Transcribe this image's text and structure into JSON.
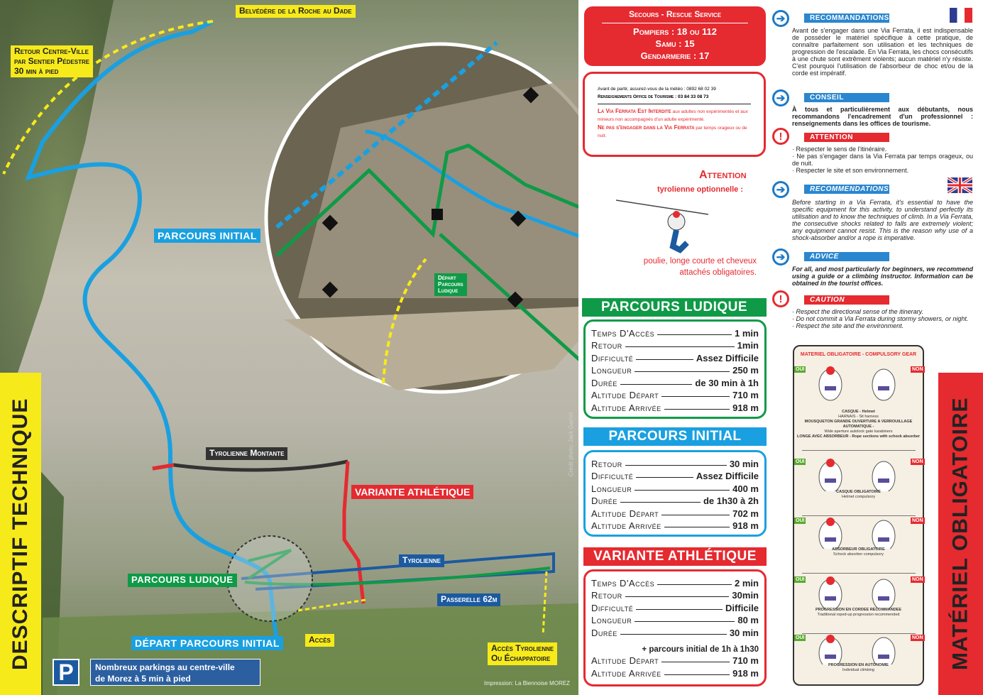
{
  "map": {
    "belvedere": "Belvédère de la Roche au Dade",
    "retour": [
      "Retour Centre-Ville",
      "par Sentier Pédestre",
      "30 min à pied"
    ],
    "parcours_initial": "PARCOURS INITIAL",
    "tyrolienne_montante": "Tyrolienne Montante",
    "variante": "VARIANTE ATHLÉTIQUE",
    "tyrolienne": "Tyrolienne",
    "parcours_ludique": "PARCOURS LUDIQUE",
    "passerelle": "Passerelle 62m",
    "depart_initial": "DÉPART PARCOURS INITIAL",
    "acces": "Accès",
    "acces_tyrolienne": [
      "Accès Tyrolienne",
      "Ou Échappatoire"
    ],
    "parking_icon": "P",
    "parking_text": [
      "Nombreux parkings au centre-ville",
      "de Morez à 5 min à pied"
    ],
    "impression": "Impression: La Biennoise MOREZ",
    "depart_ludique": [
      "Départ",
      "Parcours",
      "Ludique"
    ],
    "credit": "Crédit photo: Jack Garnot",
    "left_band": "DESCRIPTIF TECHNIQUE"
  },
  "secours": {
    "title": "Secours - Rescue Service",
    "lines": [
      "Pompiers : 18 ou 112",
      "Samu : 15",
      "Gendarmerie : 17"
    ]
  },
  "info": {
    "meteo": "Avant de partir, assurez-vous de la météo : 0892 68 02 39",
    "office": "Renseignements Office de Tourisme : 03 84 33 08 73",
    "interdite_bold": "La Via Ferrata Est Interdite",
    "interdite_rest": " aux adultes non expérimentés et aux mineurs non accompagnés d'un adulte expérimenté.",
    "nepas_bold": "Ne pas s'engager dans la Via Ferrata",
    "nepas_rest": " par temps orageux ou de nuit."
  },
  "attention_tyro": {
    "title": "Attention",
    "subtitle": "tyrolienne optionnelle :",
    "text": "poulie, longe courte et cheveux attachés obligatoires."
  },
  "tables": [
    {
      "title": "PARCOURS LUDIQUE",
      "color": "#0f9a47",
      "rows": [
        [
          "Temps D'Accès",
          "1 min"
        ],
        [
          "Retour",
          "1min"
        ],
        [
          "Difficulté",
          "Assez Difficile"
        ],
        [
          "Longueur",
          "250 m"
        ],
        [
          "Durée",
          "de 30 min à 1h"
        ],
        [
          "Altitude Départ",
          "710 m"
        ],
        [
          "Altitude Arrivée",
          "918 m"
        ]
      ]
    },
    {
      "title": "PARCOURS INITIAL",
      "color": "#1aa0e0",
      "rows": [
        [
          "Retour",
          "30 min"
        ],
        [
          "Difficulté",
          "Assez Difficile"
        ],
        [
          "Longueur",
          "400 m"
        ],
        [
          "Durée",
          "de 1h30 à 2h"
        ],
        [
          "Altitude Départ",
          "702 m"
        ],
        [
          "Altitude Arrivée",
          "918 m"
        ]
      ]
    },
    {
      "title": "VARIANTE ATHLÉTIQUE",
      "color": "#e52a30",
      "rows": [
        [
          "Temps D'Accès",
          "2 min"
        ],
        [
          "Retour",
          "30min"
        ],
        [
          "Difficulté",
          "Difficile"
        ],
        [
          "Longueur",
          "80 m"
        ],
        [
          "Durée",
          "30 min"
        ]
      ],
      "note": "+ parcours initial de 1h à 1h30",
      "rows2": [
        [
          "Altitude Départ",
          "710 m"
        ],
        [
          "Altitude Arrivée",
          "918 m"
        ]
      ]
    }
  ],
  "fr": {
    "reco_title": "RECOMMANDATIONS",
    "reco_text": "Avant de s'engager dans une Via Ferrata, il est indispensable de posséder le matériel spécifique à cette pratique, de connaître parfaitement son utilisation et les techniques de progression de l'escalade. En Via Ferrata, les chocs consécutifs à une chute sont extrêment violents; aucun matériel n'y résiste. C'est pourquoi l'utilisation de l'absorbeur de choc et/ou de la corde est impératif.",
    "conseil_title": "CONSEIL",
    "conseil_text": "À tous et particulièrement aux débutants, nous recommandons l'encadrement d'un professionnel : renseignements dans les offices de tourisme.",
    "attention_title": "ATTENTION",
    "attention_items": [
      "· Respecter le sens de l'itinéraire.",
      "· Ne pas s'engager dans la Via Ferrata par temps orageux, ou de nuit.",
      "· Respecter le site et son environnement."
    ]
  },
  "en": {
    "reco_title": "RECOMMENDATIONS",
    "reco_text": "Before starting in a Via Ferrata, it's essential to have the specific equipment for this activity, to understand perfectly its utilisation and to know the techniques of climb. In a Via Ferrata, the consecutive shocks related to falls are extremely violent; any equipment cannot resist. This is the reason why use of a shock-absorber and/or a rope is imperative.",
    "advice_title": "ADVICE",
    "advice_text": "For all, and most particularly for beginners, we recommend using a guide or a climbing instructor. Information can be obtained in the tourist offices.",
    "caution_title": "CAUTION",
    "caution_items": [
      "· Respect the directional sense of the itinerary.",
      "· Do not commit a Via Ferrata during stormy showers, or night.",
      "· Respect the site and the environment."
    ]
  },
  "gear": {
    "title": "MATERIEL OBLIGATOIRE - COMPULSORY GEAR",
    "oui": "OUI",
    "non": "NON",
    "panels": [
      {
        "lines": [
          "CASQUE - Helmet",
          "HARNAIS - Sit harness",
          "MOUSQUETON GRANDE OUVERTURE A VERROUILLAGE AUTOMATIQUE -",
          "Wide aperture autolock gate karabiners",
          "LONGE AVEC ABSORBEUR - Rope sections with schock absorber"
        ]
      },
      {
        "lines": [
          "CASQUE OBLIGATOIRE",
          "Helmet compulsory"
        ]
      },
      {
        "lines": [
          "ABSORBEUR OBLIGATOIRE",
          "Schock absorber compulsory"
        ]
      },
      {
        "lines": [
          "PROGRESSION EN CORDEE RECOMMANDEE",
          "Traditional roped-up progression recommended"
        ]
      },
      {
        "lines": [
          "PROGRESSION EN AUTONOMIE",
          "Individual climbing"
        ]
      }
    ],
    "band": "MATÉRIEL OBLIGATOIRE"
  }
}
